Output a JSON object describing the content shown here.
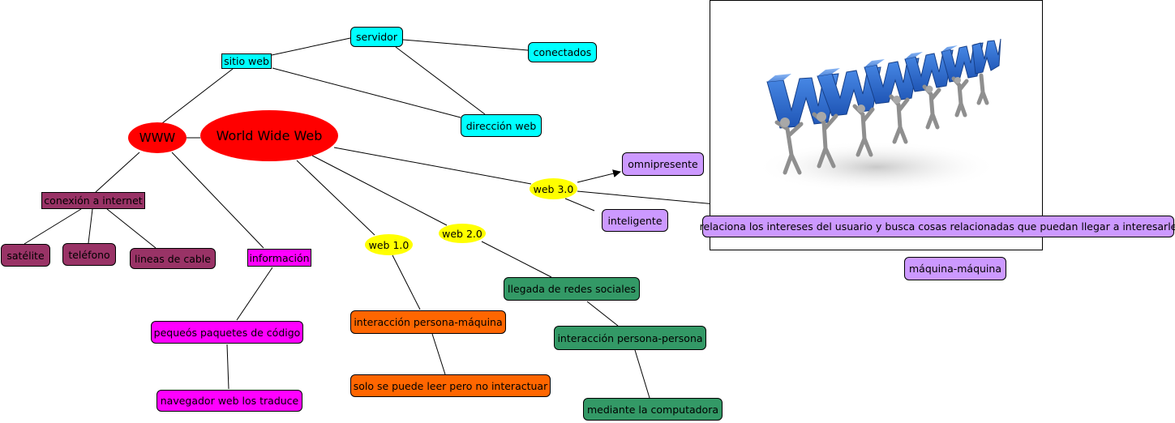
{
  "colors": {
    "cyan": "#00FFFF",
    "red": "#FF0000",
    "maroon": "#993366",
    "magenta": "#FF00FF",
    "yellow": "#FFFF00",
    "orange": "#FF6600",
    "green": "#339966",
    "lavender": "#CC99FF",
    "image_blue": "#2F6FD0"
  },
  "illustration": {
    "icon": "www-letters-carried-by-figures-image"
  },
  "nodes": {
    "servidor": "servidor",
    "conectados": "conectados",
    "sitio_web": "sitio web",
    "direccion_web": "dirección web",
    "www": "WWW",
    "world_wide_web": "World Wide Web",
    "conexion_internet": "conexión a internet",
    "satelite": "satélite",
    "telefono": "teléfono",
    "lineas_cable": "lineas de cable",
    "informacion": "información",
    "paquetes": "pequeós paquetes de código",
    "navegador": "navegador web los traduce",
    "web10": "web 1.0",
    "interaccion_pm": "interacción persona-máquina",
    "solo_leer": "solo se puede leer pero no interactuar",
    "web20": "web 2.0",
    "redes_sociales": "llegada de redes sociales",
    "interaccion_pp": "interacción persona-persona",
    "computadora": "mediante la computadora",
    "web30": "web 3.0",
    "omnipresente": "omnipresente",
    "inteligente": "inteligente",
    "relaciona": "relaciona los intereses del usuario y busca cosas relacionadas que puedan llegar a interesarle",
    "maquina_maquina": "máquina-máquina"
  }
}
